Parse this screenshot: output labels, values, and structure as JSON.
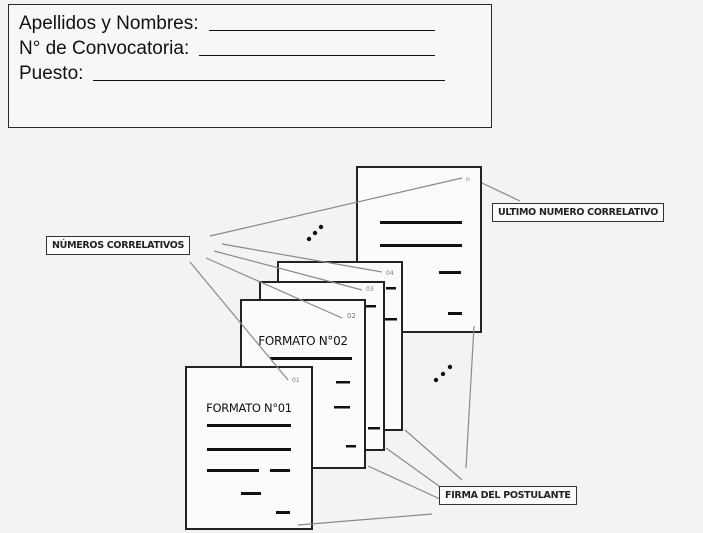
{
  "form": {
    "name_label": "Apellidos y Nombres:",
    "convocatoria_label": "N° de Convocatoria:",
    "puesto_label": "Puesto:"
  },
  "diagram": {
    "label_numeros": "NÚMEROS CORRELATIVOS",
    "label_ultimo": "ULTIMO NUMERO CORRELATIVO",
    "label_firma": "FIRMA DEL POSTULANTE",
    "format_01": "FORMATO N°01",
    "format_02": "FORMATO N°02",
    "page_01": "01",
    "page_02": "02",
    "page_03": "03",
    "page_04": "04",
    "page_last": "n"
  }
}
